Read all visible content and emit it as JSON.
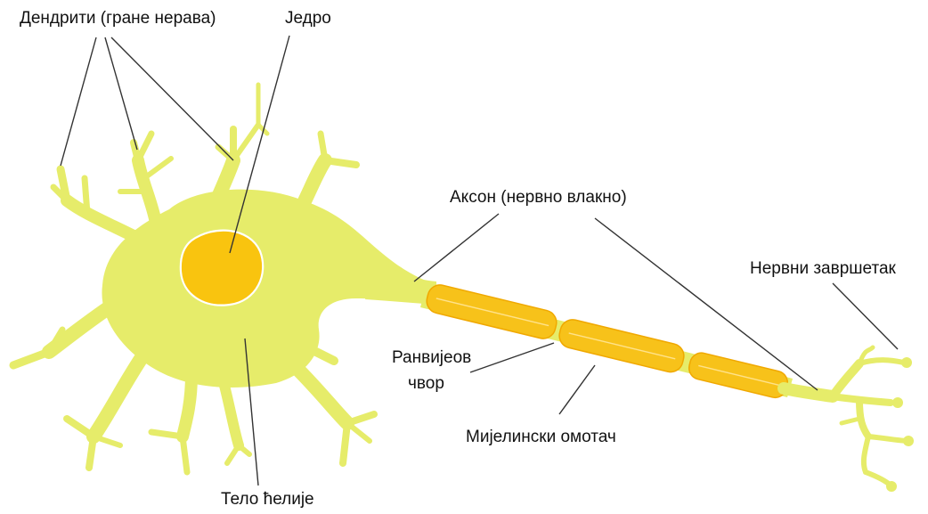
{
  "diagram": {
    "labels": {
      "dendrites": "Дендрити (гране нерава)",
      "nucleus": "Једро",
      "axon": "Аксон (нервно влакно)",
      "nerve_ending": "Нервни завршетак",
      "node_of_ranvier_line1": "Ранвијеов",
      "node_of_ranvier_line2": "чвор",
      "myelin_sheath": "Мијелински омотач",
      "cell_body": "Тело ћелије"
    },
    "colors": {
      "neuron": "#e6ec6a",
      "nucleus": "#f9c40f",
      "myelin": "#f7c21a",
      "background": "#ffffff"
    }
  }
}
